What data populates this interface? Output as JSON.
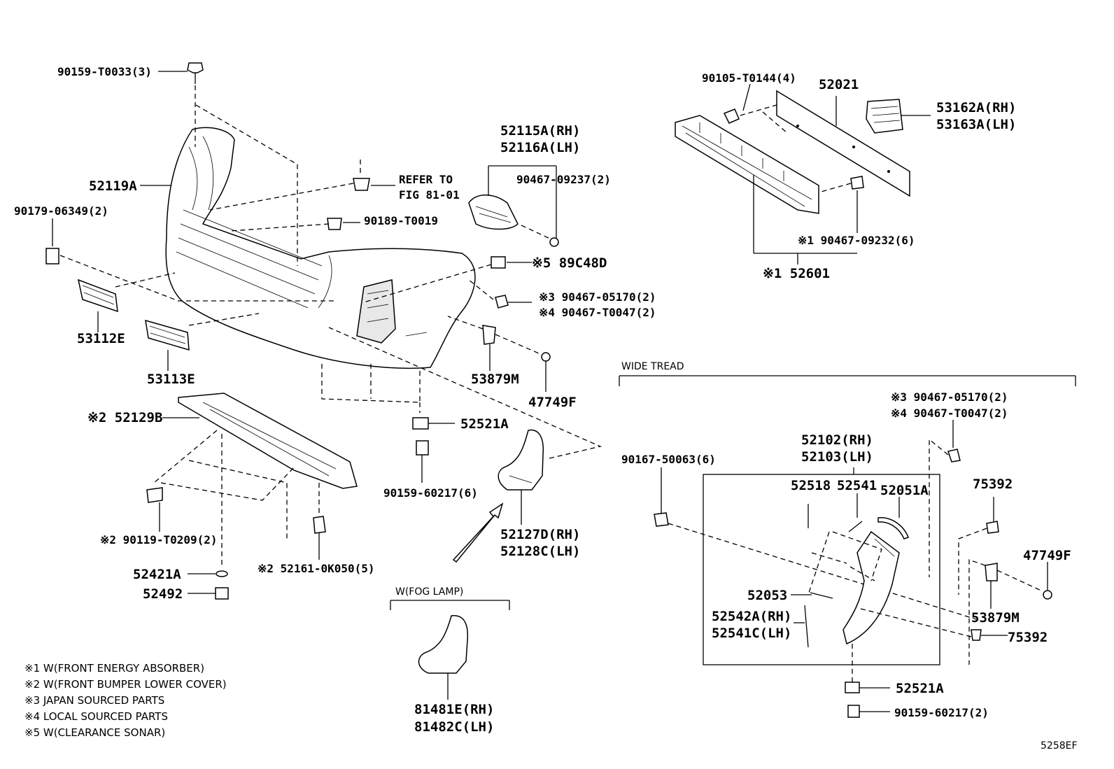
{
  "figure_id": "5258EF",
  "sections": {
    "wide_tread": "WIDE TREAD",
    "fog_lamp": "W(FOG LAMP)"
  },
  "parts": {
    "p90159_T0033": "90159-T0033(3)",
    "p52119A": "52119A",
    "p90179_06349": "90179-06349(2)",
    "refer_line1": "REFER TO",
    "refer_line2": "FIG 81-01",
    "p90189_T0019": "90189-T0019",
    "p53112E": "53112E",
    "p53113E": "53113E",
    "p52115A": "52115A(RH)",
    "p52116A": "52116A(LH)",
    "p90467_09237": "90467-09237(2)",
    "p89C48D": "※5 89C48D",
    "p90467_05170_a": "※3 90467-05170(2)",
    "p90467_T0047_a": "※4 90467-T0047(2)",
    "p53879M_a": "53879M",
    "p47749F_a": "47749F",
    "p52129B": "※2 52129B",
    "p52521A_a": "52521A",
    "p90159_60217_a": "90159-60217(6)",
    "p90119_T0209": "※2 90119-T0209(2)",
    "p52161": "※2 52161-0K050(5)",
    "p52421A": "52421A",
    "p52492": "52492",
    "p52127D": "52127D(RH)",
    "p52128C": "52128C(LH)",
    "p81481E": "81481E(RH)",
    "p81482C": "81482C(LH)",
    "p90105_T0144": "90105-T0144(4)",
    "p52021": "52021",
    "p53162A": "53162A(RH)",
    "p53163A": "53163A(LH)",
    "p90467_09232": "※1 90467-09232(6)",
    "p52601": "※1 52601",
    "p90467_05170_b": "※3 90467-05170(2)",
    "p90467_T0047_b": "※4 90467-T0047(2)",
    "p52102": "52102(RH)",
    "p52103": "52103(LH)",
    "p90167_50063": "90167-50063(6)",
    "p52518": "52518",
    "p52541": "52541",
    "p52051A": "52051A",
    "p75392_a": "75392",
    "p47749F_b": "47749F",
    "p52053": "52053",
    "p52542A": "52542A(RH)",
    "p52541C": "52541C(LH)",
    "p53879M_b": "53879M",
    "p75392_b": "75392",
    "p52521A_b": "52521A",
    "p90159_60217_b": "90159-60217(2)"
  },
  "notes": [
    "※1 W(FRONT ENERGY ABSORBER)",
    "※2 W(FRONT BUMPER LOWER COVER)",
    "※3 JAPAN SOURCED PARTS",
    "※4 LOCAL SOURCED PARTS",
    "※5 W(CLEARANCE SONAR)"
  ]
}
